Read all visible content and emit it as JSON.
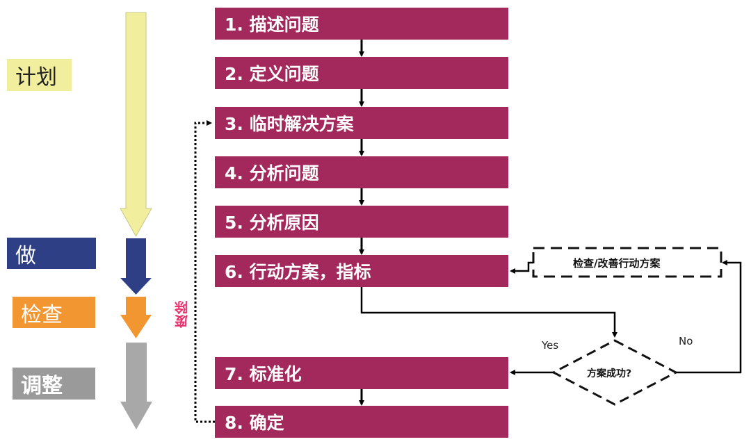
{
  "phases": [
    {
      "label": "计划",
      "color": "#f1ef9e",
      "text_color": "#222222"
    },
    {
      "label": "做",
      "color": "#2e3f86",
      "text_color": "#ffffff"
    },
    {
      "label": "检查",
      "color": "#f29632",
      "text_color": "#ffffff"
    },
    {
      "label": "调整",
      "color": "#9a9a9a",
      "text_color": "#ffffff"
    }
  ],
  "steps": [
    {
      "label": "1. 描述问题"
    },
    {
      "label": "2. 定义问题"
    },
    {
      "label": "3. 临时解决方案"
    },
    {
      "label": "4. 分析问题"
    },
    {
      "label": "5. 分析原因"
    },
    {
      "label": "6. 行动方案，指标"
    },
    {
      "label": "7. 标准化"
    },
    {
      "label": "8. 确定"
    }
  ],
  "loop": {
    "review_box": "检查/改善行动方案",
    "decision": "方案成功?",
    "yes": "Yes",
    "no": "No"
  },
  "abolish_label": "废除",
  "colors": {
    "step_fill": "#a3285c",
    "abolish_text": "#e8306a"
  }
}
